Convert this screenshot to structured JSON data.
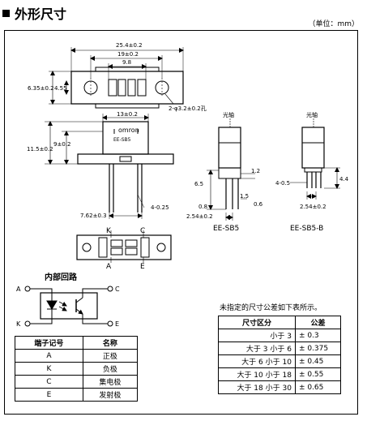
{
  "title": "外形尺寸",
  "unit": "（单位：mm）",
  "dims": {
    "d254": "25.4±0.2",
    "d19": "19±0.2",
    "d98": "9.8",
    "d635": "6.35±0.2",
    "d455": "4.55",
    "holes": "2-φ3.2±0.2孔",
    "d13": "13±0.2",
    "d115": "11.5±0.2",
    "d9": "9±0.2",
    "d762": "7.62±0.3",
    "d4025": "4-0.25",
    "d65": "6.5",
    "d12": "1.2",
    "d15": "1.5",
    "d06": "0.6",
    "d08": "0.8",
    "d254b": "2.54±0.2",
    "d405": "4-0.5",
    "d44": "4.4",
    "d254c": "2.54±0.2",
    "axis1": "光轴",
    "axis2": "光轴"
  },
  "models": {
    "sb5": "EE-SB5",
    "sb5b": "EE-SB5-B"
  },
  "device": {
    "brand": "omron",
    "model": "EE-SB5"
  },
  "pins": {
    "K": "K",
    "C": "C",
    "A": "A",
    "E": "E"
  },
  "circuit": {
    "title": "内部回路",
    "A": "A",
    "K": "K",
    "C": "C",
    "E": "E"
  },
  "pin_table": {
    "headers": [
      "端子记号",
      "名称"
    ],
    "rows": [
      [
        "A",
        "正极"
      ],
      [
        "K",
        "负极"
      ],
      [
        "C",
        "集电极"
      ],
      [
        "E",
        "发射极"
      ]
    ]
  },
  "tolerance": {
    "note": "未指定的尺寸公差如下表所示。",
    "headers": [
      "尺寸区分",
      "公差"
    ],
    "rows": [
      [
        "小于 3",
        "± 0.3"
      ],
      [
        "大于 3 小于 6",
        "± 0.375"
      ],
      [
        "大于 6 小于 10",
        "± 0.45"
      ],
      [
        "大于 10 小于 18",
        "± 0.55"
      ],
      [
        "大于 18 小于 30",
        "± 0.65"
      ]
    ]
  }
}
